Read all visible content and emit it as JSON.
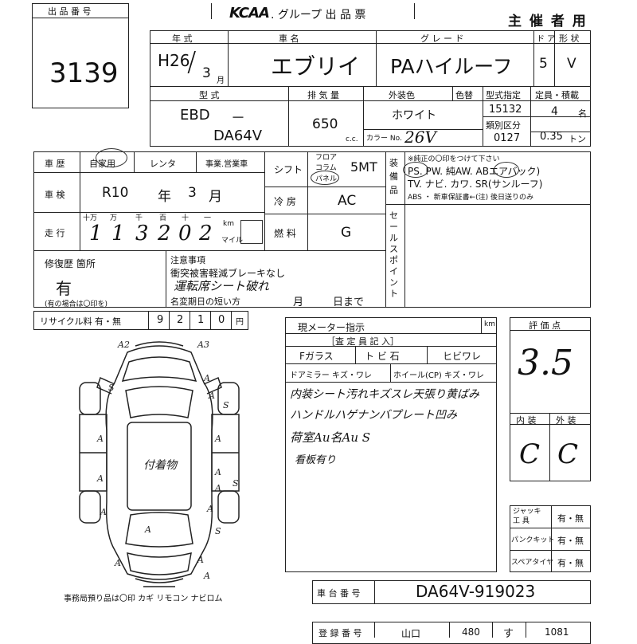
{
  "header": {
    "lot_label": "出 品 番 号",
    "lot_number": "3139",
    "kcaa_logo": "KCAA",
    "title": ". グループ 出 品 票",
    "organizer": "主 催 者 用"
  },
  "row1": {
    "year_label": "年 式",
    "year_era": "H26",
    "year_month": "3",
    "month_unit": "月",
    "name_label": "車 名",
    "name": "エブリイ",
    "grade_label": "グ レ ー ド",
    "grade": "PAハイルーフ",
    "door_label": "ド ア",
    "doors": "5",
    "shape_label": "形 状",
    "shape": "V"
  },
  "row2": {
    "model_label": "型 式",
    "model_prefix": "EBD",
    "model_dash": "－",
    "model_code": "DA64V",
    "disp_label": "排 気 量",
    "displacement": "650",
    "cc": "c.c.",
    "exterior_label": "外装色",
    "exterior_color": "ホワイト",
    "color_no_label": "カラー No.",
    "color_no": "26V",
    "interior_label": "色替",
    "type_cert_label": "型式指定",
    "type_cert": "15132",
    "class_label": "類別区分",
    "class_no": "0127",
    "capacity_label": "定員・積載",
    "capacity": "4",
    "capacity_unit": "名",
    "load": "0.35",
    "load_unit": "トン"
  },
  "history": {
    "label": "車 歴",
    "private": "自家用",
    "rental": "レンタ",
    "business": "事業.営業車"
  },
  "inspection": {
    "label": "車 検",
    "era": "R10",
    "year_unit": "年",
    "month": "3",
    "month_unit": "月"
  },
  "mileage": {
    "label": "走 行",
    "digit_labels": [
      "十万",
      "万",
      "千",
      "百",
      "十",
      "一"
    ],
    "digits": [
      "1",
      "1",
      "3",
      "2",
      "0",
      "2"
    ],
    "unit_km": "km",
    "unit_mile": "マイル"
  },
  "shift": {
    "label": "シフト",
    "floor": "フロア",
    "column": "コラム",
    "panel": "パネル",
    "value": "5MT"
  },
  "ac": {
    "label": "冷 房",
    "value": "AC"
  },
  "fuel": {
    "label": "燃 料",
    "value": "G"
  },
  "equipment": {
    "label": "装 備 品",
    "note": "※純正の〇印をつけて下さい",
    "line1": "PS. PW. 純AW. ABエアバック)",
    "line2": "TV. ナビ. カワ. SR(サンルーフ)",
    "line3": "ABS ・ 新車保証書←(注) 後日送りのみ"
  },
  "sales_point_label": "セールスポイント",
  "repair": {
    "label": "修復歴 箇所",
    "value": "有",
    "note": "(有の場合は〇印を)"
  },
  "notes": {
    "label": "注意事項",
    "line1": "衝突被害軽減ブレーキなし",
    "handwritten": "運転席シート破れ",
    "line2": "名変期日の短い方",
    "month": "月",
    "day": "日まで"
  },
  "recycle": {
    "label": "リサイクル料 有・無",
    "digits": [
      "9",
      "2",
      "1",
      "0"
    ],
    "unit": "円"
  },
  "meter": {
    "label": "現メーター指示",
    "unit": "km"
  },
  "inspector": {
    "header": "［査 定 員 記 入］",
    "f_glass": "Fガラス",
    "crack": "ト ビ 石",
    "crack2": "ヒビワレ",
    "door_mirror": "ドアミラー キズ・ワレ",
    "wheel": "ホイール(CP) キズ・ワレ",
    "remarks": [
      "内装シート汚れキズスレ天張り黄ばみ",
      "ハンドルハゲナンバプレート凹み",
      "荷室Au名Au S",
      "看板有り"
    ]
  },
  "score": {
    "label": "評 価 点",
    "value": "3.5",
    "int_label": "内 装",
    "ext_label": "外 装",
    "interior": "C",
    "exterior": "C"
  },
  "accessories": {
    "jack": "ジャッキ 工 具",
    "puncture": "パンクキット",
    "spare": "スペアタイヤ",
    "choice": "有・無"
  },
  "diagram": {
    "item": "付着物",
    "marks": [
      "A2",
      "A3",
      "S",
      "A",
      "A",
      "S",
      "A",
      "A",
      "A",
      "A",
      "A",
      "S",
      "A",
      "A",
      "A",
      "S",
      "A",
      "A",
      "A"
    ]
  },
  "office_note": "事務局預り品は〇印  カギ  リモコン  ナビロム",
  "chassis": {
    "label": "車 台 番 号",
    "value": "DA64V-919023"
  },
  "registration": {
    "label": "登 録 番 号",
    "region": "山口",
    "class": "480",
    "kana": "す",
    "number": "1081"
  }
}
